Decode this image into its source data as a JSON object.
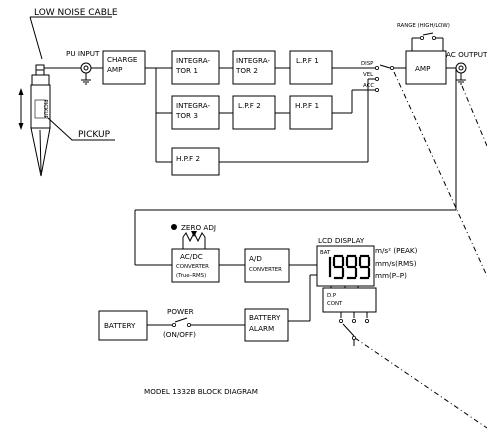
{
  "cable": {
    "label": "LOW NOISE CABLE"
  },
  "pickup": {
    "label": "PICKUP",
    "tag": "PICKUP"
  },
  "pu_input": {
    "label": "PU INPUT"
  },
  "charge_amp": {
    "line1": "CHARGE",
    "line2": "AMP"
  },
  "integrator1": {
    "line1": "INTEGRA-",
    "line2": "TOR  1"
  },
  "integrator2": {
    "line1": "INTEGRA-",
    "line2": "TOR  2"
  },
  "integrator3": {
    "line1": "INTEGRA-",
    "line2": "TOR  3"
  },
  "lpf1": {
    "label": "L.P.F  1"
  },
  "lpf2": {
    "label": "L.P.F  2"
  },
  "hpf1": {
    "label": "H.P.F  1"
  },
  "hpf2": {
    "label": "H.P.F  2"
  },
  "switch": {
    "disp": "DISP",
    "vel": "VEL",
    "acc": "ACC"
  },
  "range": {
    "label": "RANGE (HIGH/LOW)"
  },
  "amp": {
    "label": "AMP"
  },
  "ac_output": {
    "label": "AC OUTPUT"
  },
  "zero_adj": {
    "label": "ZERO ADJ"
  },
  "acdc": {
    "line1": "AC/DC",
    "line2": "CONVERTER",
    "line3": "(True–RMS)"
  },
  "ad": {
    "line1": "A/D",
    "line2": "CONVERTER"
  },
  "lcd": {
    "title": "LCD DISPLAY",
    "bat": "BAT",
    "digits": "1999",
    "leading": "1"
  },
  "units": {
    "peak": "m/s² (PEAK)",
    "rms": "mm/s(RMS)",
    "pp": "mm(P–P)"
  },
  "dp": {
    "line1": "D.P",
    "line2": "CONT"
  },
  "battery": {
    "label": "BATTERY"
  },
  "power": {
    "label": "POWER",
    "sub": "(ON/OFF)"
  },
  "battery_alarm": {
    "line1": "BATTERY",
    "line2": "ALARM"
  },
  "caption": "MODEL 1332B BLOCK DIAGRAM"
}
